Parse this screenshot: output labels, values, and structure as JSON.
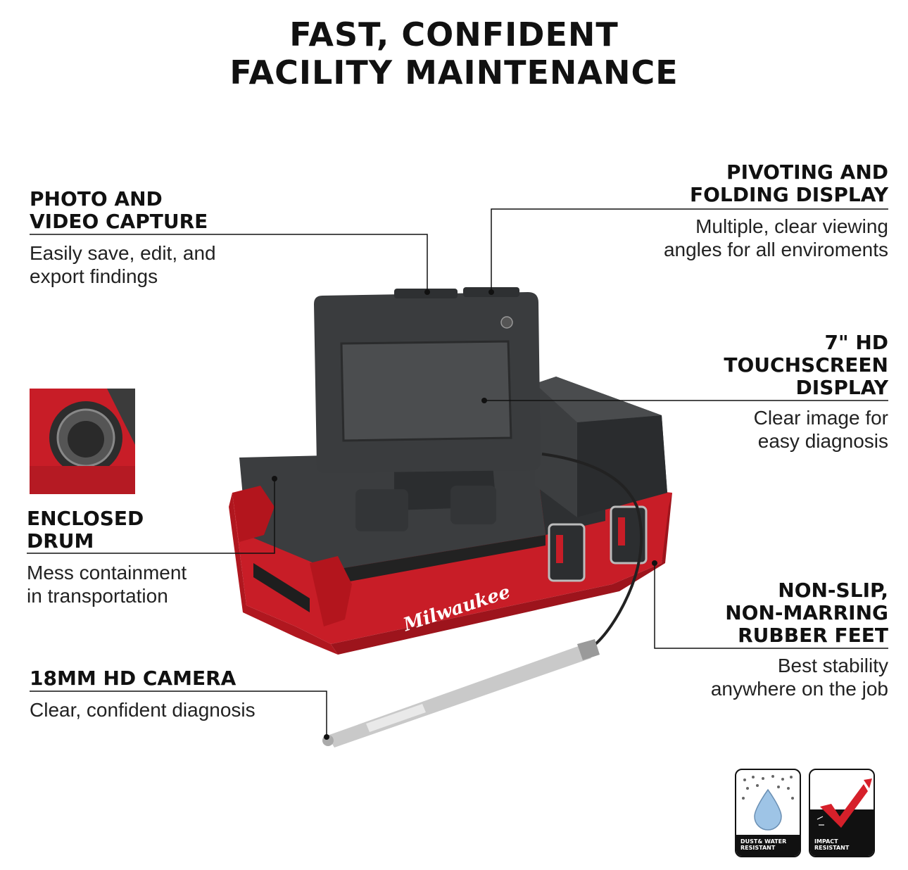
{
  "title": {
    "line1": "FAST, CONFIDENT",
    "line2": "FACILITY MAINTENANCE"
  },
  "features": {
    "photo_video": {
      "head1": "PHOTO AND",
      "head2": "VIDEO CAPTURE",
      "desc1": "Easily save, edit, and",
      "desc2": "export findings"
    },
    "pivoting": {
      "head1": "PIVOTING AND",
      "head2": "FOLDING DISPLAY",
      "desc1": "Multiple, clear viewing",
      "desc2": "angles for all enviroments"
    },
    "touchscreen": {
      "head1": "7\" HD",
      "head2": "TOUCHSCREEN",
      "head3": "DISPLAY",
      "desc1": "Clear image for",
      "desc2": "easy diagnosis"
    },
    "enclosed_drum": {
      "head1": "ENCLOSED",
      "head2": "DRUM",
      "desc1": "Mess containment",
      "desc2": "in transportation"
    },
    "rubber_feet": {
      "head1": "NON-SLIP,",
      "head2": "NON-MARRING",
      "head3": "RUBBER FEET",
      "desc1": "Best stability",
      "desc2": "anywhere on the job"
    },
    "camera": {
      "head1": "18MM HD CAMERA",
      "desc1": "Clear, confident diagnosis"
    }
  },
  "brand": {
    "logo_text": "Milwaukee",
    "accent_color": "#d6202a",
    "body_color": "#3a3c3e"
  },
  "badges": {
    "dust_water": {
      "line1": "DUST& WATER",
      "line2": "RESISTANT",
      "icon": "water-drop-icon"
    },
    "impact": {
      "line1": "IMPACT",
      "line2": "RESISTANT",
      "icon": "checkmark-impact-icon"
    }
  }
}
